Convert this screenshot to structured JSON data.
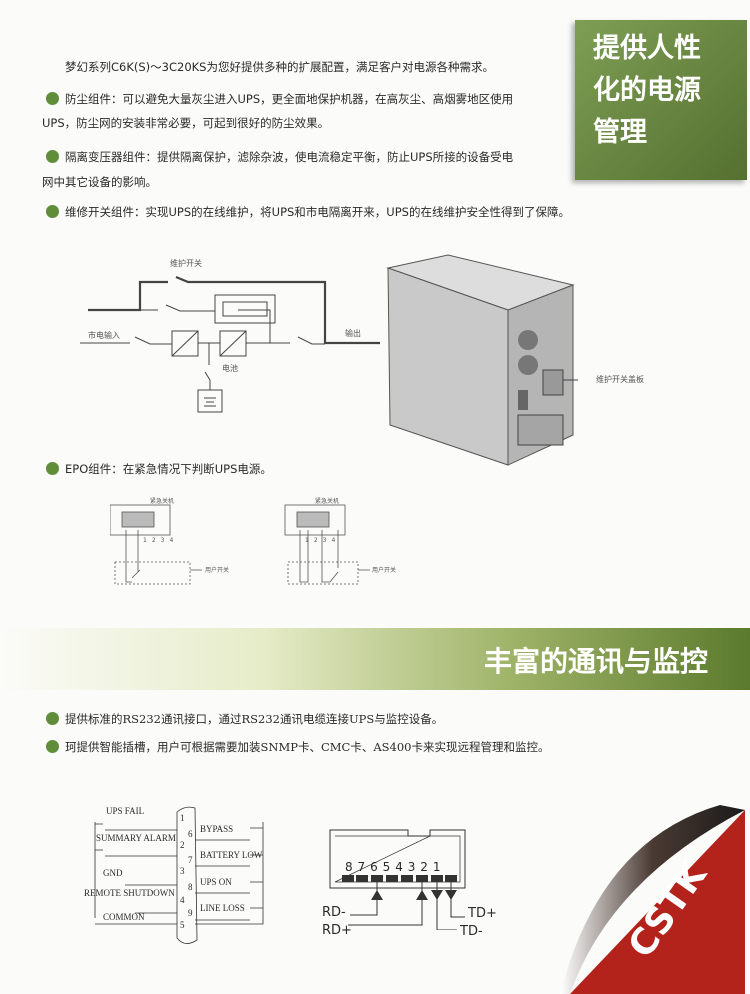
{
  "section1": {
    "title_lines": [
      "提供人性",
      "化的电源",
      "管理"
    ],
    "intro": "梦幻系列C6K(S)～3C20KS为您好提供多种的扩展配置，满足客户对电源各种需求。",
    "bullets": [
      {
        "line1": "防尘组件：可以避免大量灰尘进入UPS，更全面地保护机器，在高灰尘、高烟雾地区使用",
        "line2": "UPS，防尘网的安装非常必要，可起到很好的防尘效果。"
      },
      {
        "line1": "隔离变压器组件：提供隔离保护，滤除杂波，使电流稳定平衡，防止UPS所接的设备受电",
        "line2": "网中其它设备的影响。"
      },
      {
        "line1": "维修开关组件：实现UPS的在线维护，将UPS和市电隔离开来，UPS的在线维护安全性得到了保障。"
      }
    ],
    "circuit": {
      "bypass_switch": "维护开关",
      "input": "市电输入",
      "output": "输出",
      "battery": "电池"
    },
    "cabinet_label": "维护开关盖板",
    "epo": "EPO组件：在紧急情况下判断UPS电源。",
    "epo_diagram": {
      "title": "紧急关机",
      "pins": [
        "1",
        "2",
        "3",
        "4"
      ],
      "user_switch": "用户开关"
    }
  },
  "section2": {
    "title": "丰富的通讯与监控",
    "bullets": [
      "提供标准的RS232通讯接口，通过RS232通讯电缆连接UPS与监控设备。",
      "珂提供智能插槽，用户可根据需要加装SNMP卡、CMC卡、AS400卡来实现远程管理和监控。"
    ],
    "db9_left": [
      {
        "label": "UPS FAIL",
        "pin": "1"
      },
      {
        "label": "SUMMARY ALARM",
        "pin": "2"
      },
      {
        "label": "GND",
        "pin": "3"
      },
      {
        "label": "REMOTE SHUTDOWN",
        "pin": "4"
      },
      {
        "label": "COMMON",
        "pin": "5"
      }
    ],
    "db9_right": [
      {
        "label": "BYPASS",
        "pin": "6"
      },
      {
        "label": "BATTERY LOW",
        "pin": "7"
      },
      {
        "label": "UPS ON",
        "pin": "8"
      },
      {
        "label": "LINE LOSS",
        "pin": "9"
      }
    ],
    "rj45_pins": [
      "8",
      "7",
      "6",
      "5",
      "4",
      "3",
      "2",
      "1"
    ],
    "rj45_signals": {
      "rd_minus": "RD-",
      "rd_plus": "RD+",
      "td_plus": "TD+",
      "td_minus": "TD-"
    }
  },
  "logo": {
    "text": "CSTK"
  },
  "colors": {
    "green": "#5f8d3a",
    "red": "#b3231c",
    "logo_c": "#f0b323"
  }
}
